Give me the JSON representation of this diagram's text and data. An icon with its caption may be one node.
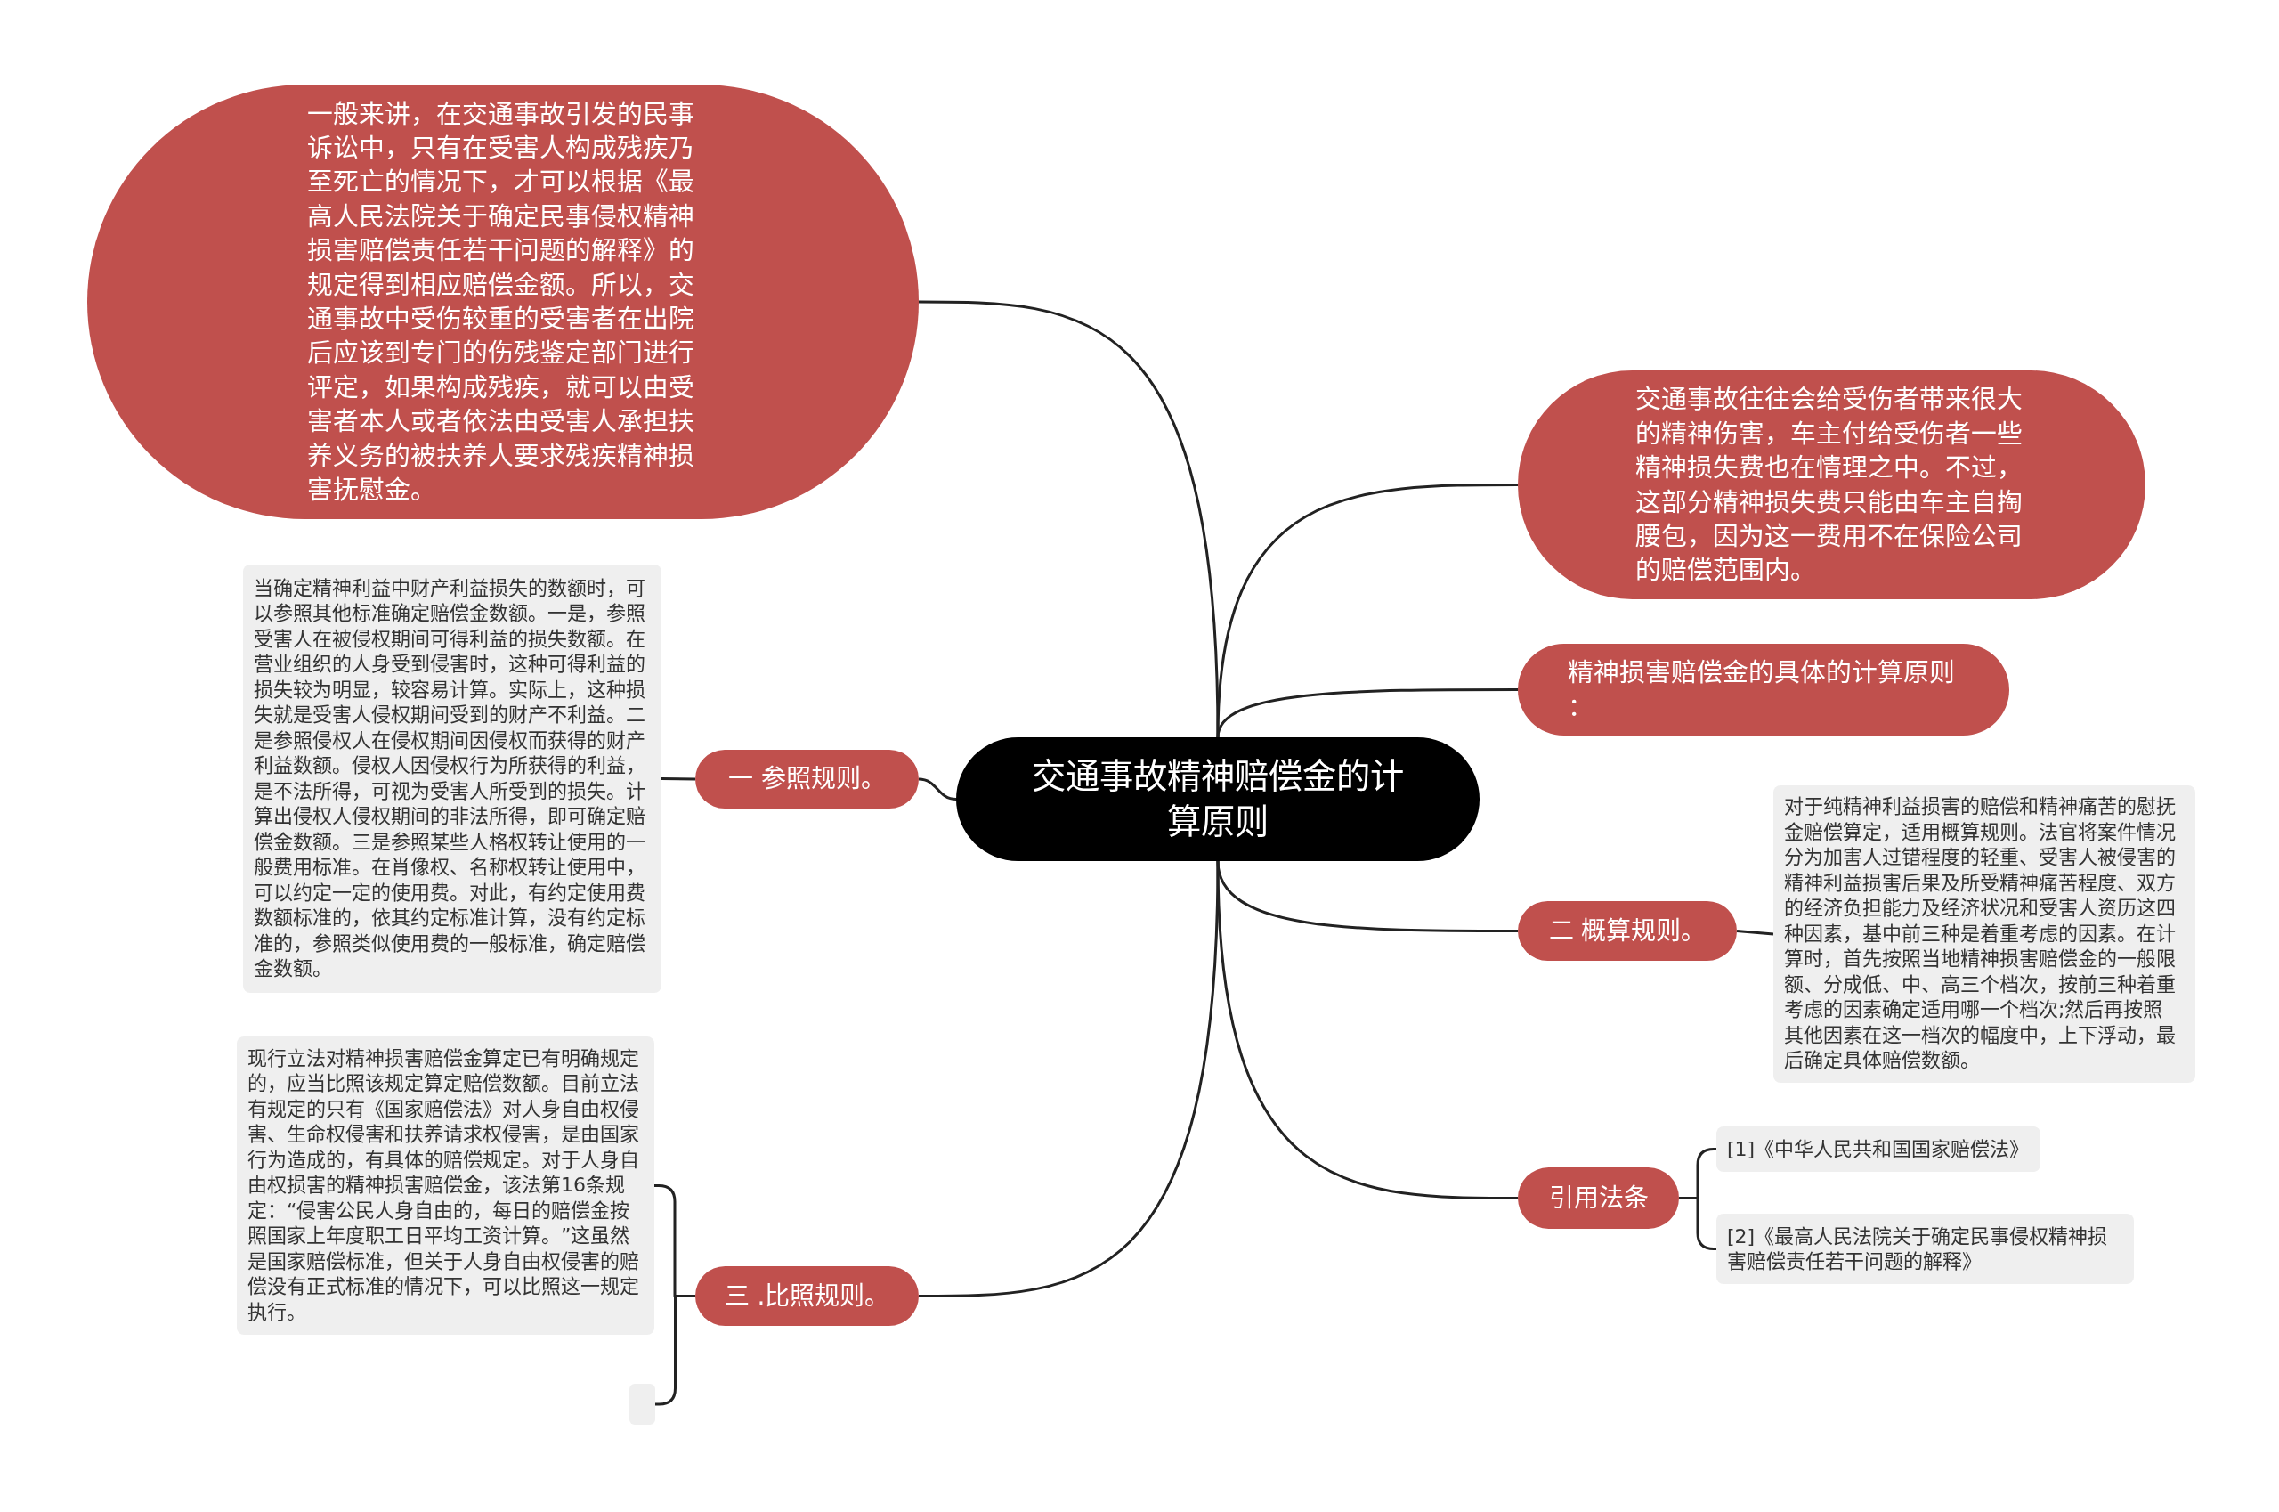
{
  "diagram": {
    "nodes": [
      {
        "text": [
          "交通事故精神赔偿金的计算原则"
        ]
      },
      {
        "text": [
          "一般来讲，在交通事故引发的民事诉讼中，只有在受害人构成残疾乃至死亡的情况下，才可以根据《最高人民法院关于确定民事侵权精神损害赔偿责任若干问题的解释》的规定得到相应赔偿金额。所以，交通事故中受伤较重的受害者在出院后应该到专门的伤残鉴定部门进行评定，如果构成残疾，就可以由受害者本人或者依法由受害人承担扶养义务的被扶养人要求残疾精神损害抚慰金。"
        ]
      },
      {
        "text": [
          "一 参照规则。"
        ]
      },
      {
        "text": [
          "当确定精神利益中财产利益损失的数额时，可以参照其他标准确定赔偿金数额。一是，参照受害人在被侵权期间可得利益的损失数额。在营业组织的人身受到侵害时，这种可得利益的损失较为明显，较容易计算。实际上，这种损失就是受害人侵权期间受到的财产不利益。二是参照侵权人在侵权期间因侵权而获得的财产利益数额。侵权人因侵权行为所获得的利益，是不法所得，可视为受害人所受到的损失。计算出侵权人侵权期间的非法所得，即可确定赔偿金数额。三是参照某些人格权转让使用的一般费用标准。在肖像权、名称权转让使用中，可以约定一定的使用费。对此，有约定使用费数额标准的，依其约定标准计算，没有约定标准的，参照类似使用费的一般标准，确定赔偿金数额。"
        ]
      },
      {
        "text": [
          "三 .比照规则。"
        ]
      },
      {
        "text": [
          "现行立法对精神损害赔偿金算定已有明确规定的，应当比照该规定算定赔偿数额。目前立法有规定的只有《国家赔偿法》对人身自由权侵害、生命权侵害和扶养请求权侵害，是由国家行为造成的，有具体的赔偿规定。对于人身自由权损害的精神损害赔偿金，该法第16条规定：“侵害公民人身自由的，每日的赔偿金按照国家上年度职工日平均工资计算。”这虽然是国家赔偿标准，但关于人身自由权侵害的赔偿没有正式标准的情况下，可以比照这一规定执行。"
        ]
      },
      {
        "text": [],
        "shape": "box"
      },
      {
        "text": [
          "交通事故往往会给受伤者带来很大的精神伤害，车主付给受伤者一些精神损失费也在情理之中。不过，这部分精神损失费只能由车主自掏腰包，因为这一费用不在保险公司的赔偿范围内。"
        ]
      },
      {
        "text": [
          "精神损害赔偿金的具体的计算原则："
        ]
      },
      {
        "text": [
          "二 概算规则。"
        ]
      },
      {
        "text": [
          "对于纯精神利益损害的赔偿和精神痛苦的慰抚金赔偿算定，适用概算规则。法官将案件情况分为加害人过错程度的轻重、受害人被侵害的精神利益损害后果及所受精神痛苦程度、双方的经济负担能力及经济状况和受害人资历这四种因素，基中前三种是着重考虑的因素。在计算时，首先按照当地精神损害赔偿金的一般限额、分成低、中、高三个档次，按前三种着重考虑的因素确定适用哪一个档次;然后再按照其他因素在这一档次的幅度中，上下浮动，最后确定具体赔偿数额。"
        ]
      },
      {
        "text": [
          "引用法条"
        ]
      },
      {
        "text": [
          "[1]《中华人民共和国国家赔偿法》"
        ]
      },
      {
        "text": [
          "[2]《最高人民法院关于确定民事侵权精神损害赔偿责任若干问题的解释》"
        ]
      }
    ],
    "edges": [
      {
        "from": 0,
        "to": 1,
        "arrow": "none"
      },
      {
        "from": 0,
        "to": 2,
        "arrow": "none"
      },
      {
        "from": 2,
        "to": 3,
        "arrow": "none"
      },
      {
        "from": 0,
        "to": 4,
        "arrow": "none"
      },
      {
        "from": 4,
        "to": 5,
        "arrow": "none"
      },
      {
        "from": 4,
        "to": 6,
        "arrow": "none"
      },
      {
        "from": 0,
        "to": 7,
        "arrow": "none"
      },
      {
        "from": 0,
        "to": 8,
        "arrow": "none"
      },
      {
        "from": 0,
        "to": 9,
        "arrow": "none"
      },
      {
        "from": 9,
        "to": 10,
        "arrow": "none"
      },
      {
        "from": 0,
        "to": 11,
        "arrow": "none"
      },
      {
        "from": 11,
        "to": 12,
        "arrow": "none"
      },
      {
        "from": 11,
        "to": 13,
        "arrow": "none"
      }
    ]
  }
}
